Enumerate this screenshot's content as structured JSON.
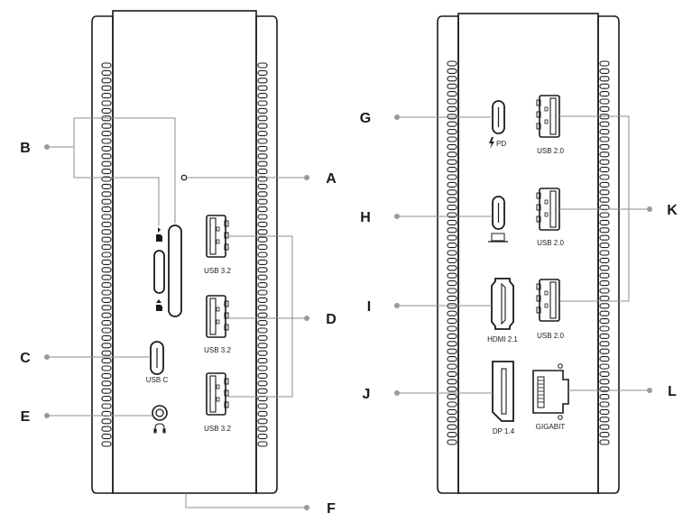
{
  "callouts": {
    "a": "A",
    "b": "B",
    "c": "C",
    "d": "D",
    "e": "E",
    "f": "F",
    "g": "G",
    "h": "H",
    "i": "I",
    "j": "J",
    "k": "K",
    "l": "L"
  },
  "front_ports": {
    "usb_c": "USB C",
    "usb32_1": "USB 3.2",
    "usb32_2": "USB 3.2",
    "usb32_3": "USB 3.2"
  },
  "rear_ports": {
    "pd": "PD",
    "usb20_1": "USB 2.0",
    "usb20_2": "USB 2.0",
    "usb20_3": "USB 2.0",
    "hdmi": "HDMI 2.1",
    "dp": "DP 1.4",
    "gigabit": "GIGABIT"
  },
  "icons": [
    "sd-card-icon",
    "microsd-card-icon",
    "headphone-icon",
    "power-icon",
    "laptop-icon",
    "ethernet-icon"
  ]
}
